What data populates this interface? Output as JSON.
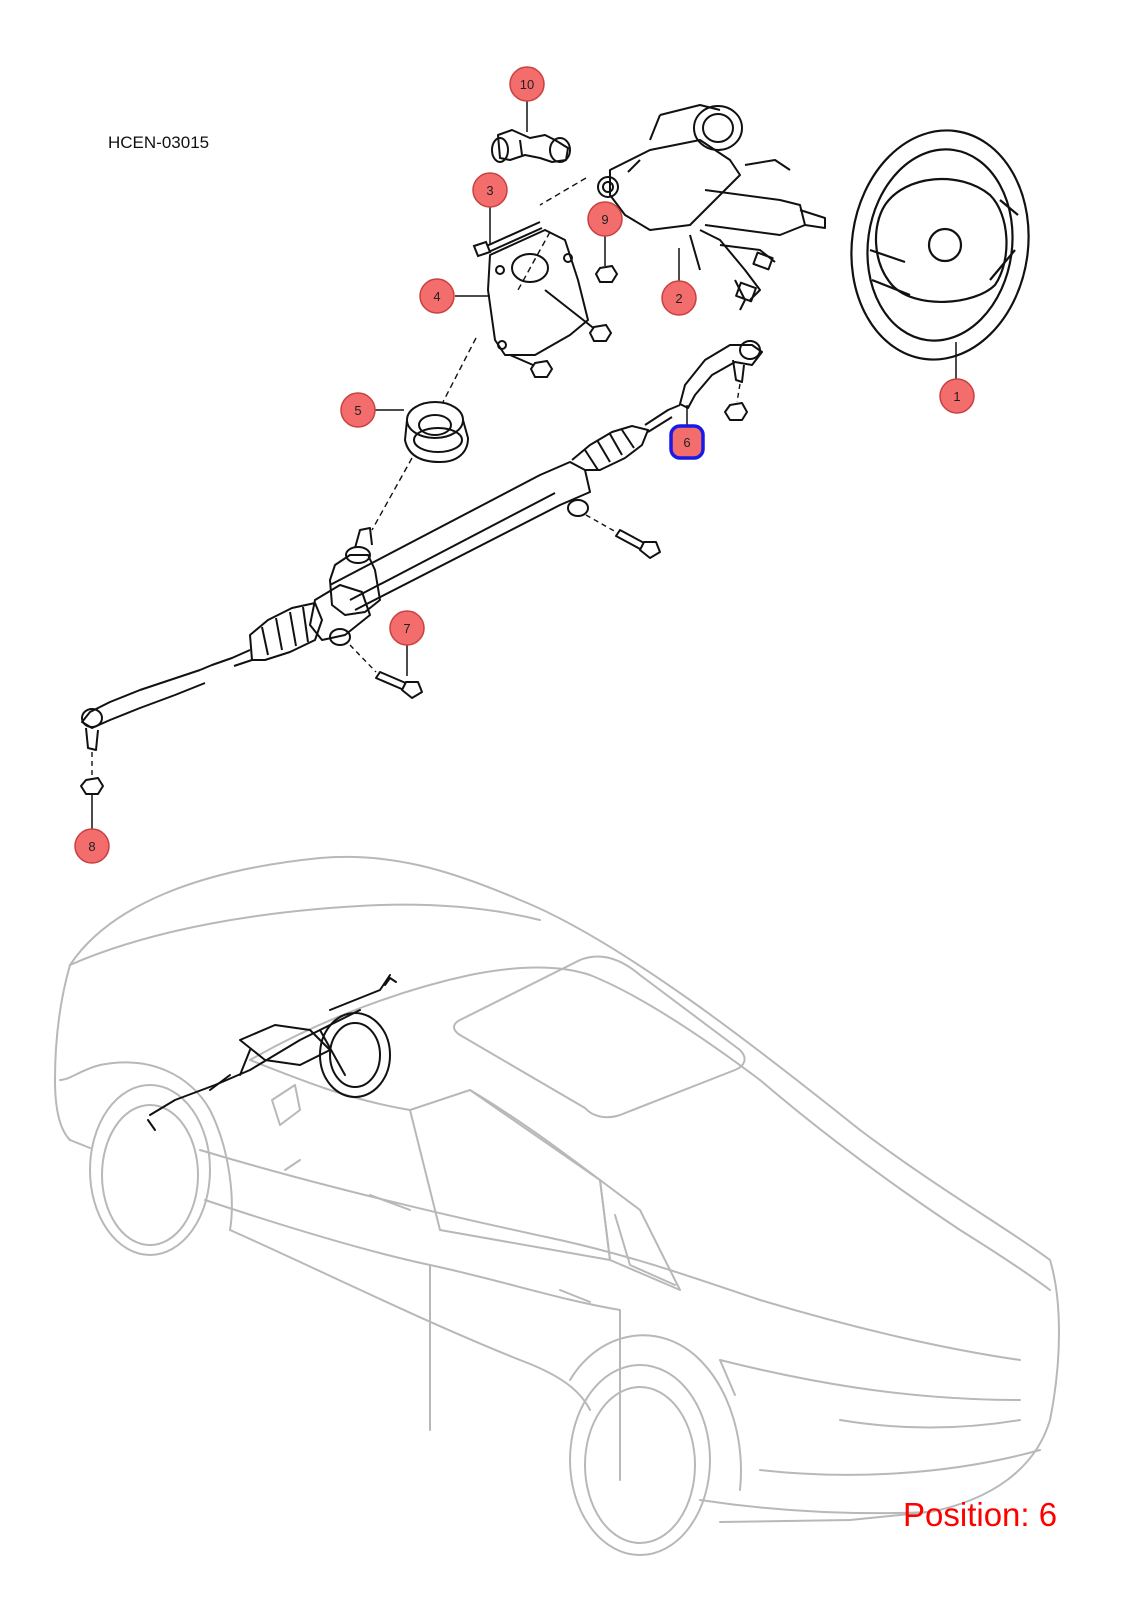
{
  "document_id": "HCEN-03015",
  "position_label": "Position: 6",
  "colors": {
    "callout_fill": "#f46d6d",
    "callout_stroke": "#c84040",
    "selected_stroke": "#1a1ae6",
    "position_text": "#ff0000",
    "part_line": "#111111",
    "car_outline": "#b8b8b8"
  },
  "callouts": [
    {
      "number": "1",
      "part": "steering wheel",
      "selected": false
    },
    {
      "number": "2",
      "part": "steering column",
      "selected": false
    },
    {
      "number": "3",
      "part": "bolt",
      "selected": false
    },
    {
      "number": "4",
      "part": "bulkhead cover plate",
      "selected": false
    },
    {
      "number": "5",
      "part": "grommet",
      "selected": false
    },
    {
      "number": "6",
      "part": "tie rod end",
      "selected": true
    },
    {
      "number": "7",
      "part": "bolt",
      "selected": false
    },
    {
      "number": "8",
      "part": "nut",
      "selected": false
    },
    {
      "number": "9",
      "part": "nut",
      "selected": false
    },
    {
      "number": "10",
      "part": "intermediate shaft",
      "selected": false
    }
  ]
}
